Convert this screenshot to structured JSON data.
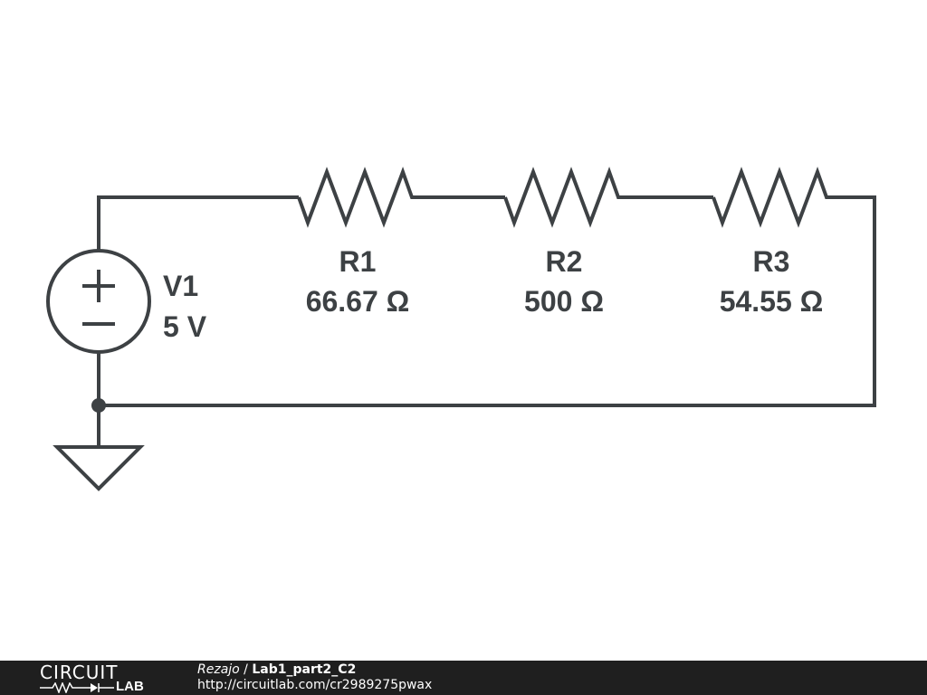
{
  "schematic": {
    "source": {
      "name": "V1",
      "value": "5 V"
    },
    "resistors": [
      {
        "name": "R1",
        "value": "66.67 Ω"
      },
      {
        "name": "R2",
        "value": "500 Ω"
      },
      {
        "name": "R3",
        "value": "54.55 Ω"
      }
    ]
  },
  "footer": {
    "logo_top": "CIRCUIT",
    "logo_bottom": "LAB",
    "author": "Rezajo",
    "separator": " / ",
    "title": "Lab1_part2_C2",
    "url": "http://circuitlab.com/cr2989275pwax"
  },
  "colors": {
    "wire": "#3d4144",
    "footer_bg": "#1f1f1f"
  }
}
